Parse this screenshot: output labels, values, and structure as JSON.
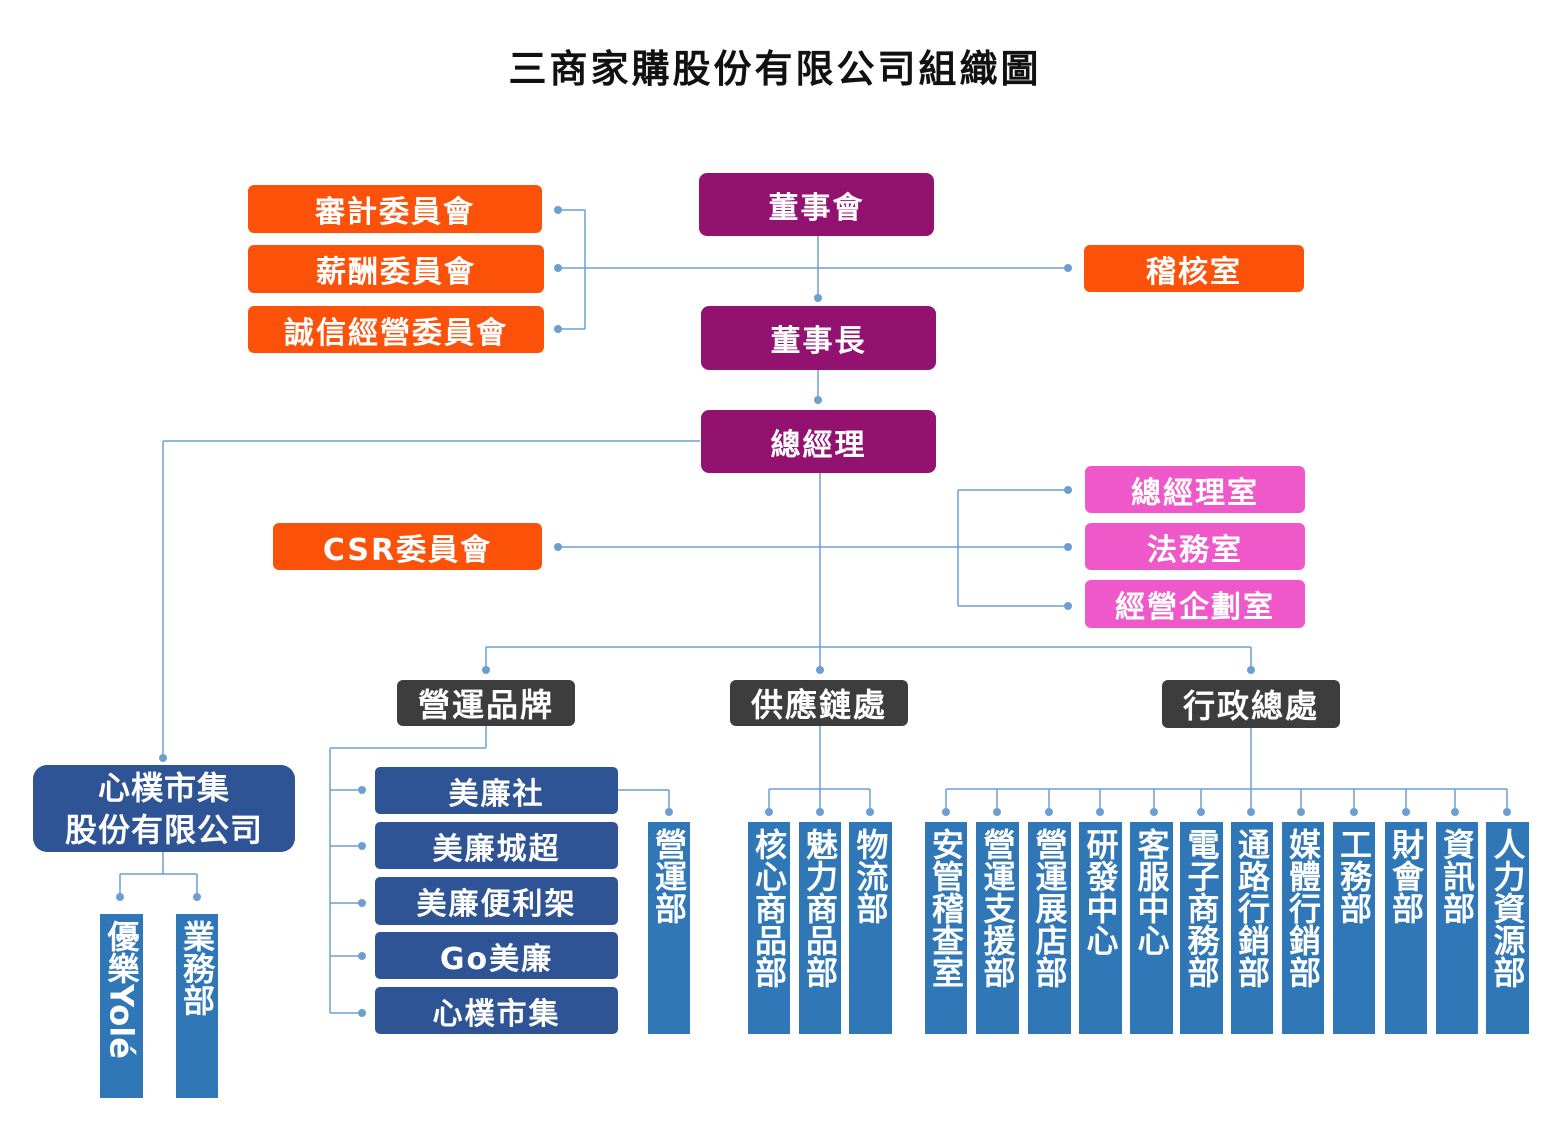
{
  "title": "三商家購股份有限公司組織圖",
  "colors": {
    "board": "#931270",
    "committee": "#fb5109",
    "office": "#ef58c8",
    "division": "#3d3d3d",
    "brand": "#2e5496",
    "department": "#2f77b6",
    "line": "#6c9fd0"
  },
  "board": "董事會",
  "chairman": "董事長",
  "gm": "總經理",
  "committees": [
    "審計委員會",
    "薪酬委員會",
    "誠信經營委員會"
  ],
  "audit_office": "稽核室",
  "csr": "CSR委員會",
  "gm_offices": [
    "總經理室",
    "法務室",
    "經營企劃室"
  ],
  "divisions": [
    "營運品牌",
    "供應鏈處",
    "行政總處"
  ],
  "subsidiary": {
    "line1": "心樸市集",
    "line2": "股份有限公司",
    "units": [
      "優樂Yolé",
      "業務部"
    ]
  },
  "brands": [
    "美廉社",
    "美廉城超",
    "美廉便利架",
    "Go美廉",
    "心樸市集"
  ],
  "brand_ops": "營運部",
  "supply_chain": [
    "核心商品部",
    "魅力商品部",
    "物流部"
  ],
  "admin": [
    "安管稽查室",
    "營運支援部",
    "營運展店部",
    "研發中心",
    "客服中心",
    "電子商務部",
    "通路行銷部",
    "媒體行銷部",
    "工務部",
    "財會部",
    "資訊部",
    "人力資源部"
  ]
}
